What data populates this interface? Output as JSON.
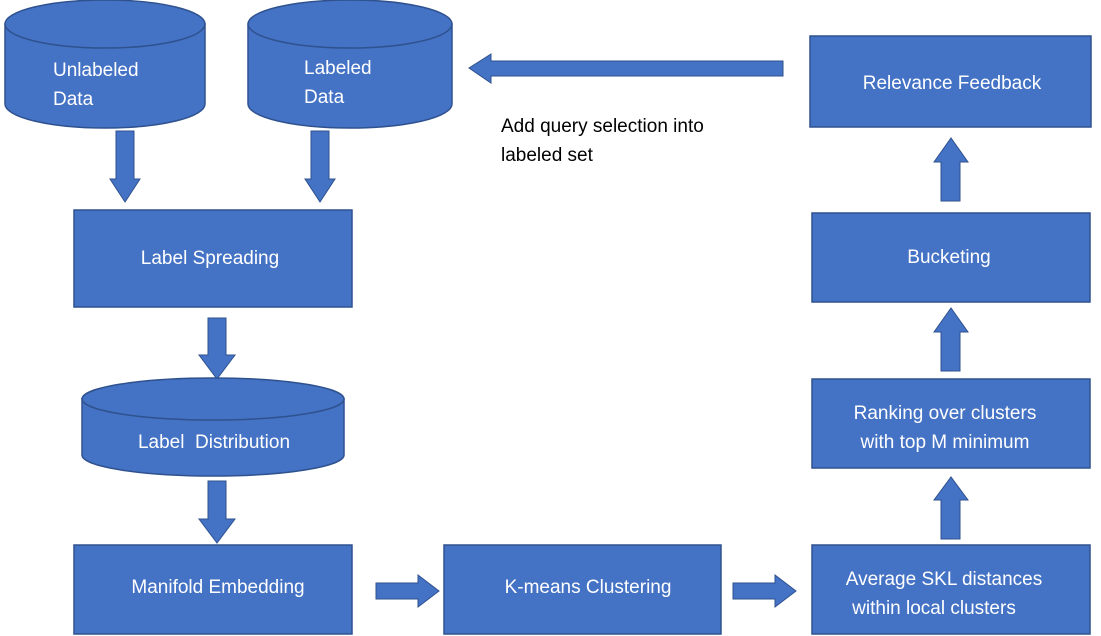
{
  "colors": {
    "node_fill": "#4472C4",
    "node_stroke": "#2F528F",
    "arrow_fill": "#4472C4",
    "node_text": "#FFFFFF",
    "caption_text": "#000000"
  },
  "nodes": {
    "unlabeled_data": {
      "line1": "Unlabeled",
      "line2": "Data"
    },
    "labeled_data": {
      "line1": "Labeled",
      "line2": "Data"
    },
    "label_spreading": {
      "label": "Label Spreading"
    },
    "label_distribution": {
      "label": "Label  Distribution"
    },
    "manifold_embedding": {
      "label": "Manifold Embedding"
    },
    "kmeans_clustering": {
      "label": "K-means Clustering"
    },
    "average_skl": {
      "line1": "Average SKL distances",
      "line2": "within local clusters"
    },
    "ranking": {
      "line1": "Ranking over clusters",
      "line2": "with top M minimum"
    },
    "bucketing": {
      "label": "Bucketing"
    },
    "relevance_feedback": {
      "label": "Relevance Feedback"
    }
  },
  "annotations": {
    "feedback_caption": {
      "line1": "Add query selection into",
      "line2": "labeled set"
    }
  }
}
